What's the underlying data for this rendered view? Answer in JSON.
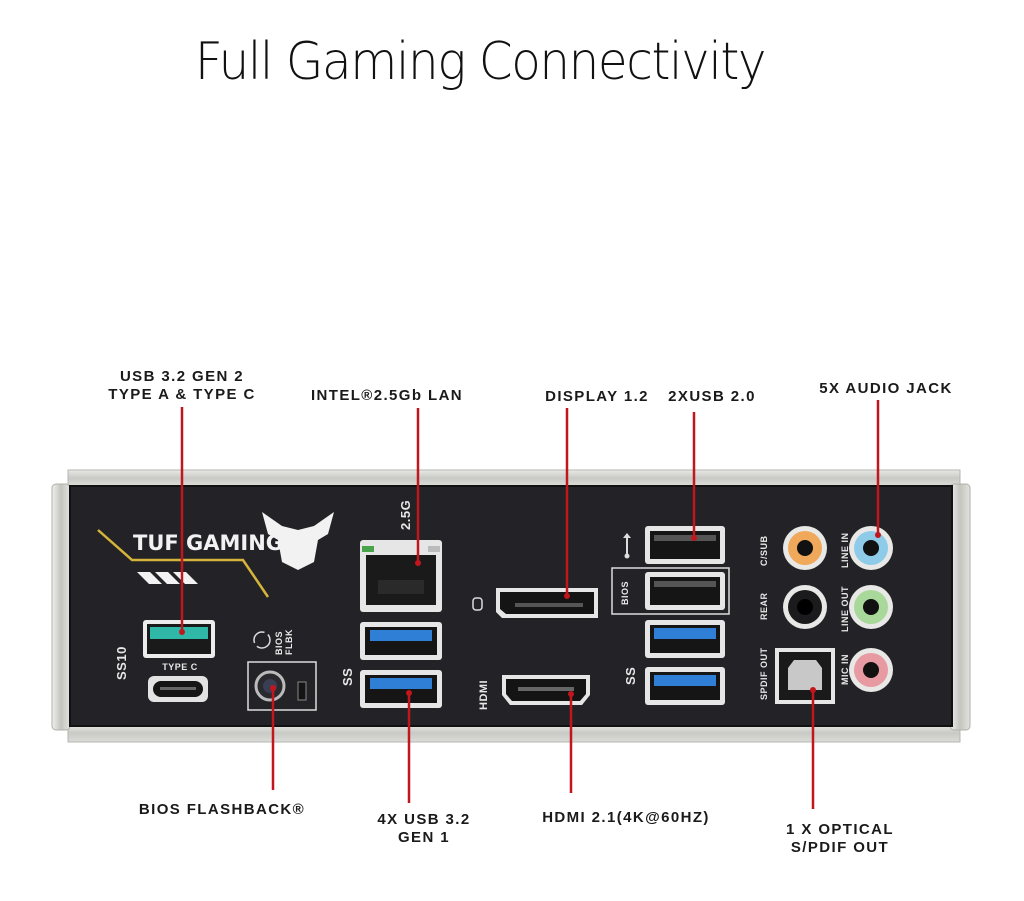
{
  "header": {
    "title": "Full Gaming Connectivity"
  },
  "brand": {
    "logo_text": "TUF GAMING",
    "accent": "#d4b43a"
  },
  "callouts": {
    "usb_gen2": {
      "line1": "USB 3.2 GEN 2",
      "line2": "TYPE A & TYPE C"
    },
    "lan": {
      "text": "INTEL®2.5Gb LAN"
    },
    "display": {
      "text": "DISPLAY 1.2"
    },
    "usb2": {
      "text": "2XUSB 2.0"
    },
    "audio": {
      "text": "5X AUDIO JACK"
    },
    "bios_flashback": {
      "text": "BIOS FLASHBACK®"
    },
    "usb_gen1": {
      "line1": "4X USB 3.2",
      "line2": "GEN 1"
    },
    "hdmi": {
      "text": "HDMI 2.1(4K@60HZ)"
    },
    "optical": {
      "line1": "1 X OPTICAL",
      "line2": "S/PDIF OUT"
    }
  },
  "panel_labels": {
    "type_c": "TYPE C",
    "ss10": "SS10",
    "bios": "BIOS",
    "flbk": "FLBK",
    "lan_speed": "2.5G",
    "hdmi": "HDMI",
    "bios_port": "BIOS",
    "c_sub": "C/SUB",
    "rear": "REAR",
    "spdif_out": "SPDIF OUT",
    "line_in": "LINE IN",
    "line_out": "LINE OUT",
    "mic_in": "MIC IN",
    "ss": "SS"
  },
  "colors": {
    "leader_line": "#c0161c",
    "panel": "#232226",
    "usb3_blue": "#2f7fd6",
    "usb_gen2_teal": "#2fb8a8",
    "audio_orange": "#f0a85a",
    "audio_blue": "#8ecbe8",
    "audio_green": "#a8d89a",
    "audio_pink": "#e89aa2",
    "audio_black": "#1b1b1d"
  },
  "icons": [
    "usb-icon",
    "displayport-icon",
    "bios-flashback-icon",
    "tuf-logo-icon"
  ]
}
